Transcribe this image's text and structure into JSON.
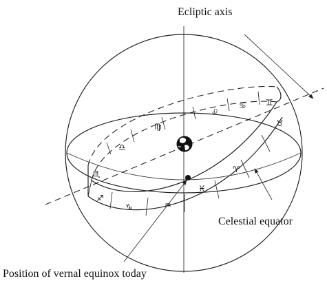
{
  "labels": {
    "ecliptic_axis": "Ecliptic axis",
    "celestial_equator": "Celestial equator",
    "vernal_equinox": "Position of vernal equinox today"
  },
  "zodiac": {
    "front": [
      {
        "name": "sagittarius",
        "symbol": "♐"
      },
      {
        "name": "capricorn",
        "symbol": "♑"
      },
      {
        "name": "aquarius",
        "symbol": "♒"
      },
      {
        "name": "pisces",
        "symbol": "♓"
      },
      {
        "name": "aries",
        "symbol": "♈"
      }
    ],
    "back": [
      {
        "name": "scorpio",
        "symbol": "♏"
      },
      {
        "name": "libra",
        "symbol": "♎"
      },
      {
        "name": "virgo",
        "symbol": "♍"
      },
      {
        "name": "leo",
        "symbol": "♌"
      },
      {
        "name": "cancer",
        "symbol": "♋"
      },
      {
        "name": "gemini",
        "symbol": "♊"
      },
      {
        "name": "taurus",
        "symbol": "♉"
      }
    ]
  },
  "colors": {
    "line": "#222222",
    "earth_land": "#ffffff",
    "earth_ocean": "#111111"
  },
  "icons": {
    "earth": "earth-globe-icon",
    "equinox_point": "filled-dot-icon"
  }
}
